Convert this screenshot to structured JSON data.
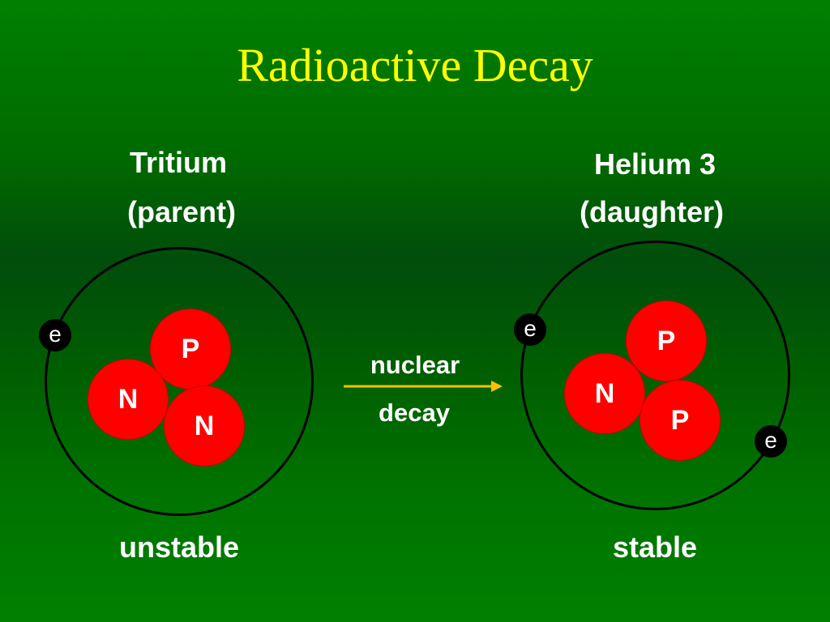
{
  "title": "Radioactive Decay",
  "parent": {
    "name": "Tritium",
    "role": "(parent)",
    "stability": "unstable",
    "particles": [
      "P",
      "N",
      "N"
    ],
    "electron": "e"
  },
  "arrow": {
    "top_label": "nuclear",
    "bottom_label": "decay",
    "color": "#ffc000"
  },
  "daughter": {
    "name": "Helium 3",
    "role": "(daughter)",
    "stability": "stable",
    "particles": [
      "P",
      "N",
      "P"
    ],
    "electrons": [
      "e",
      "e"
    ]
  },
  "colors": {
    "background": "#008000",
    "title": "#ffff00",
    "particle": "#ff0000",
    "electron": "#000000",
    "text": "#ffffff"
  }
}
